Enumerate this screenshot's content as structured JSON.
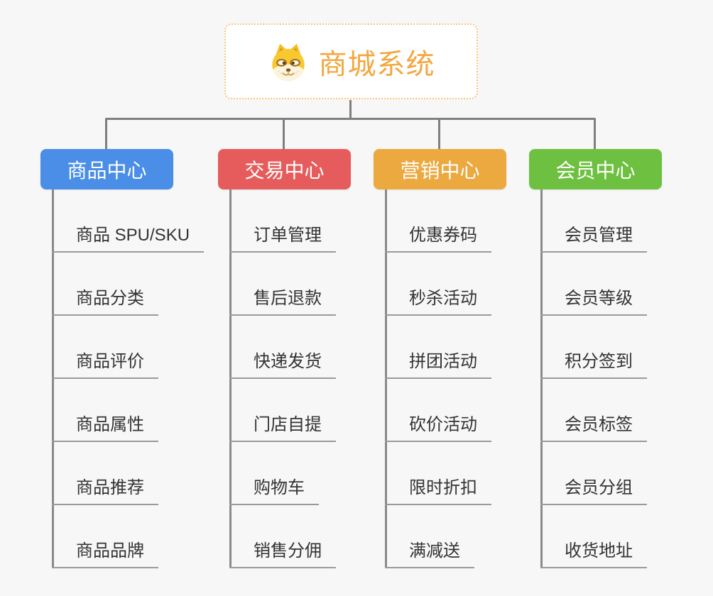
{
  "page": {
    "background": "#f7f7f7",
    "connector_color": "#7f7f7f",
    "underline_color": "#9a9a9a",
    "child_text_color": "#333333"
  },
  "root": {
    "label": "商城系统",
    "icon": "doge-icon",
    "text_color": "#f2a741",
    "border_color": "#f6c678"
  },
  "branches": [
    {
      "label": "商品中心",
      "color": "#4a8ee8",
      "children": [
        "商品 SPU/SKU",
        "商品分类",
        "商品评价",
        "商品属性",
        "商品推荐",
        "商品品牌"
      ]
    },
    {
      "label": "交易中心",
      "color": "#e65c5c",
      "children": [
        "订单管理",
        "售后退款",
        "快递发货",
        "门店自提",
        "购物车",
        "销售分佣"
      ]
    },
    {
      "label": "营销中心",
      "color": "#eba940",
      "children": [
        "优惠券码",
        "秒杀活动",
        "拼团活动",
        "砍价活动",
        "限时折扣",
        "满减送"
      ]
    },
    {
      "label": "会员中心",
      "color": "#6ec041",
      "children": [
        "会员管理",
        "会员等级",
        "积分签到",
        "会员标签",
        "会员分组",
        "收货地址"
      ]
    }
  ]
}
